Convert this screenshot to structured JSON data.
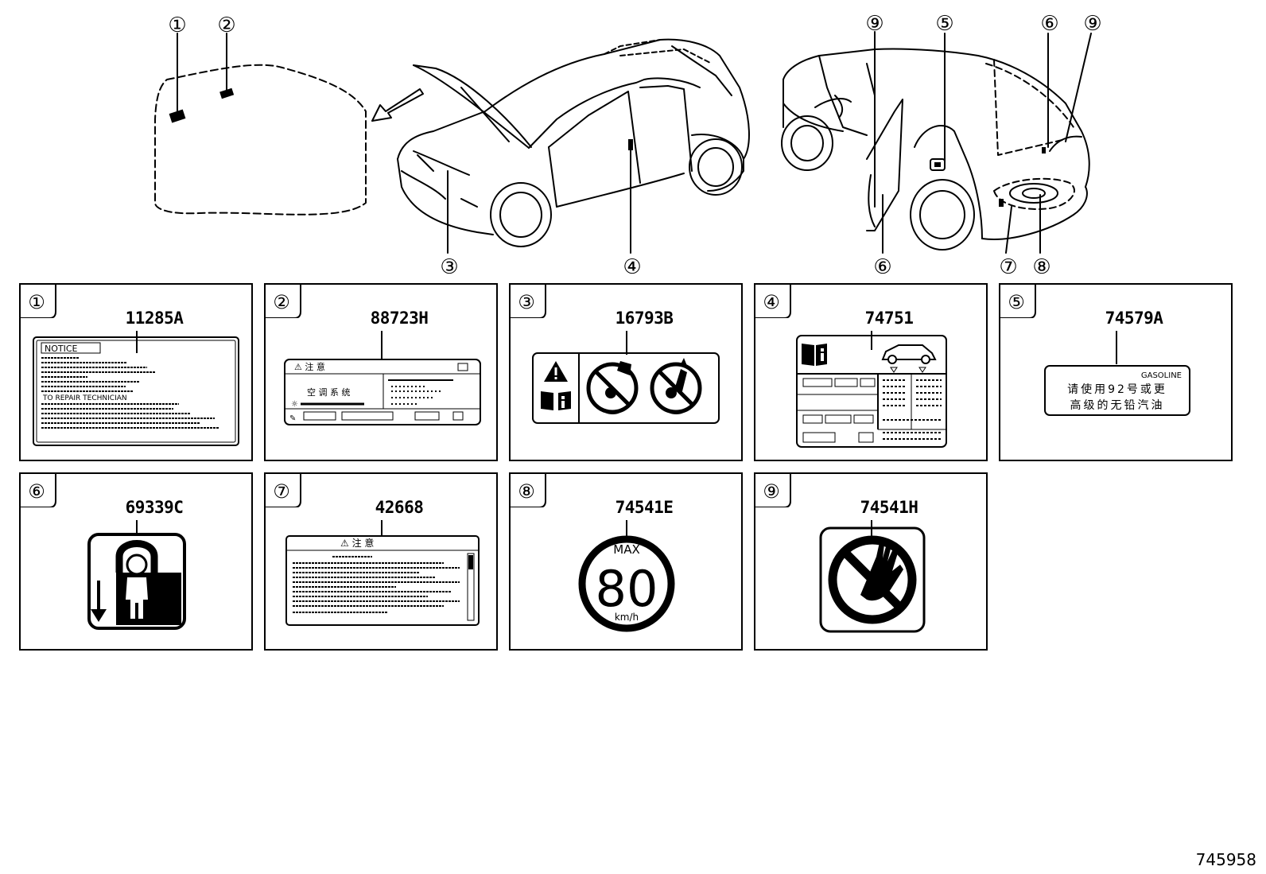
{
  "top_callouts": {
    "hood": [
      "①",
      "②"
    ],
    "front_car": [
      "③",
      "④"
    ],
    "rear_car_top": [
      "⑨",
      "⑤",
      "⑥",
      "⑨"
    ],
    "rear_car_bottom": [
      "⑥",
      "⑦",
      "⑧"
    ]
  },
  "labels": [
    {
      "index": "①",
      "part_number": "11285A",
      "sticker_icon": "notice-text-label-icon",
      "sticker_text": {
        "heading": "NOTICE",
        "line": "TO REPAIR TECHNICIAN"
      }
    },
    {
      "index": "②",
      "part_number": "88723H",
      "sticker_icon": "air-conditioning-caution-label-icon",
      "sticker_text": {
        "header": "⚠ 注 意",
        "title": "空 调 系 统"
      }
    },
    {
      "index": "③",
      "part_number": "16793B",
      "sticker_icon": "airbag-warning-pictogram-icon"
    },
    {
      "index": "④",
      "part_number": "74751",
      "sticker_icon": "tire-pressure-label-icon"
    },
    {
      "index": "⑤",
      "part_number": "74579A",
      "sticker_icon": "gasoline-label-icon",
      "sticker_text": {
        "heading": "GASOLINE",
        "line1": "请使用92号或更",
        "line2": "高级的无铅汽油"
      }
    },
    {
      "index": "⑥",
      "part_number": "69339C",
      "sticker_icon": "child-lock-icon"
    },
    {
      "index": "⑦",
      "part_number": "42668",
      "sticker_icon": "caution-text-label-icon",
      "sticker_text": {
        "header": "⚠ 注 意"
      }
    },
    {
      "index": "⑧",
      "part_number": "74541E",
      "sticker_icon": "speed-limit-icon",
      "sticker_text": {
        "top": "MAX",
        "value": "80",
        "unit": "km/h"
      }
    },
    {
      "index": "⑨",
      "part_number": "74541H",
      "sticker_icon": "no-hand-icon"
    }
  ],
  "diagram_id": "745958"
}
